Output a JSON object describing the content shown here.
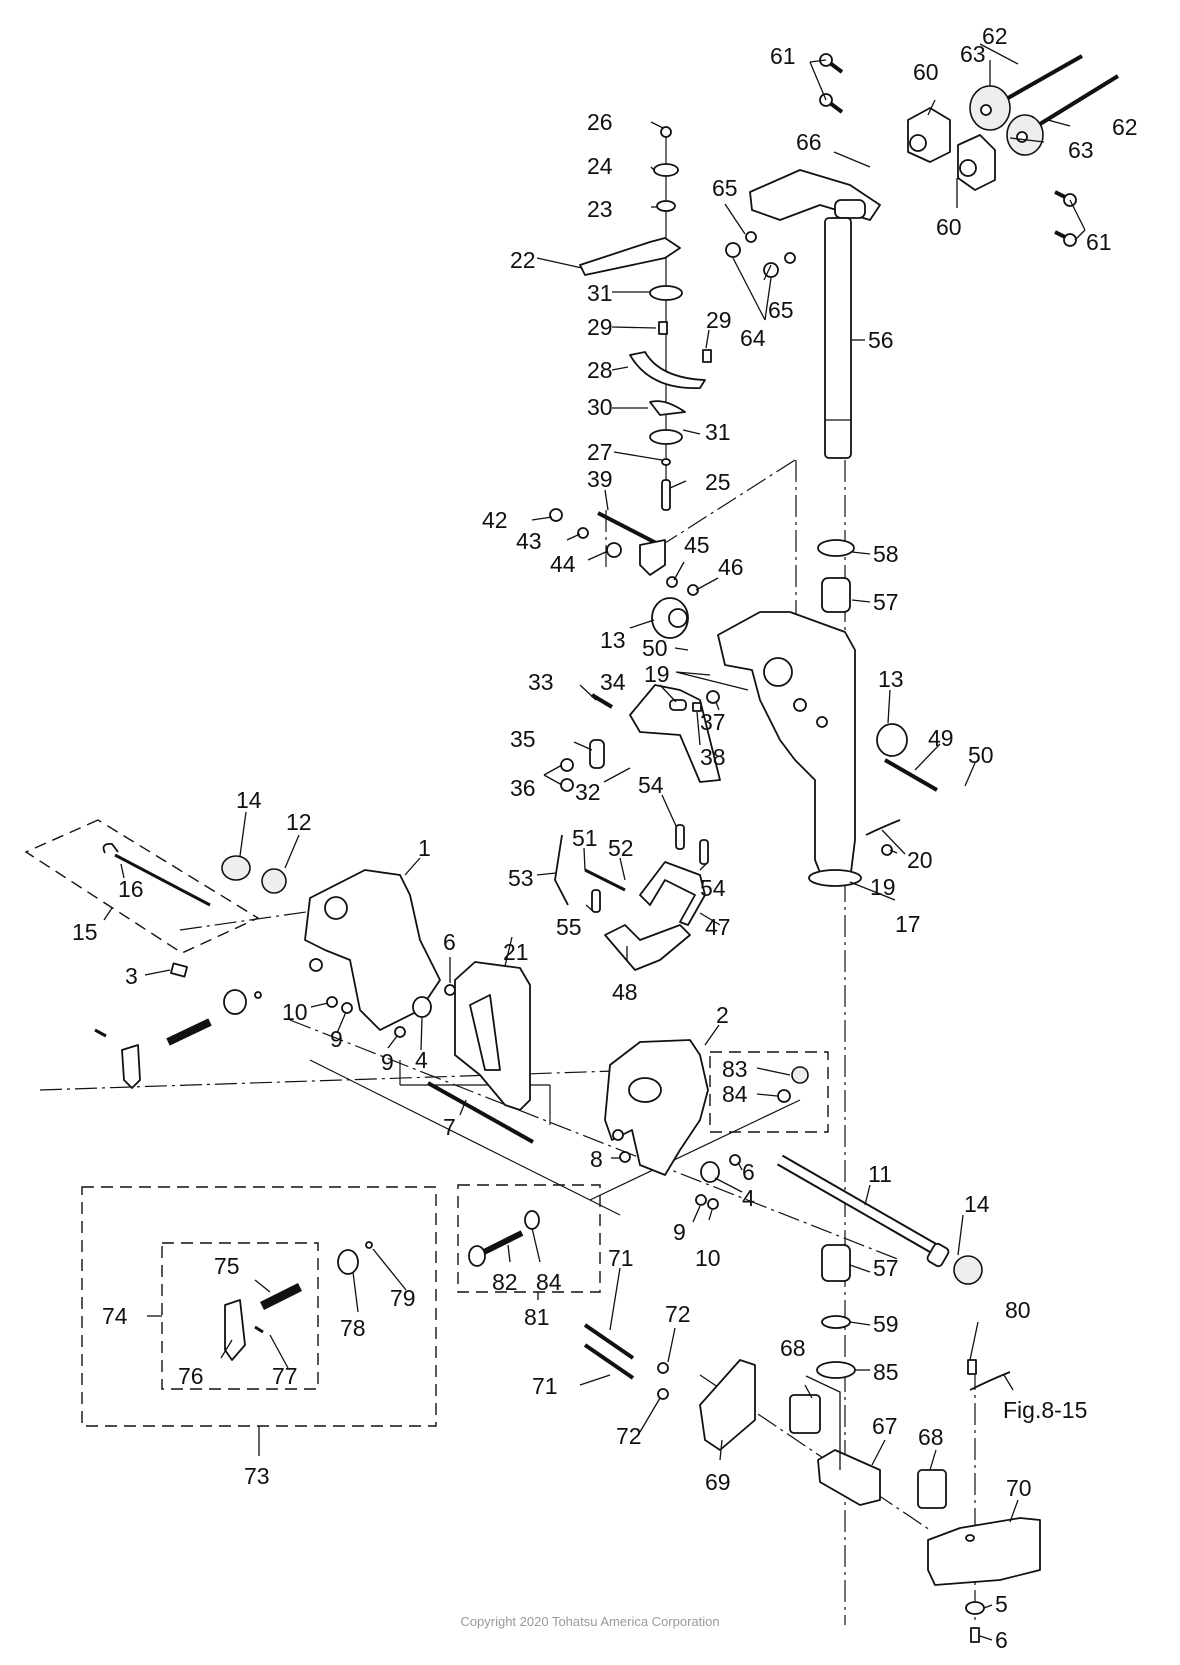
{
  "diagram": {
    "title": "Tohatsu outboard swivel / clamp bracket assembly exploded view",
    "copyright": "Copyright 2020 Tohatsu America Corporation",
    "cross_reference": "Fig.8-15",
    "callouts": [
      {
        "id": "c1",
        "label": "1"
      },
      {
        "id": "c2",
        "label": "2"
      },
      {
        "id": "c3",
        "label": "3"
      },
      {
        "id": "c4a",
        "label": "4"
      },
      {
        "id": "c4b",
        "label": "4"
      },
      {
        "id": "c5",
        "label": "5"
      },
      {
        "id": "c6a",
        "label": "6"
      },
      {
        "id": "c6b",
        "label": "6"
      },
      {
        "id": "c6c",
        "label": "6"
      },
      {
        "id": "c7",
        "label": "7"
      },
      {
        "id": "c8",
        "label": "8"
      },
      {
        "id": "c9a",
        "label": "9"
      },
      {
        "id": "c9b",
        "label": "9"
      },
      {
        "id": "c9c",
        "label": "9"
      },
      {
        "id": "c10a",
        "label": "10"
      },
      {
        "id": "c10b",
        "label": "10"
      },
      {
        "id": "c11",
        "label": "11"
      },
      {
        "id": "c12",
        "label": "12"
      },
      {
        "id": "c13a",
        "label": "13"
      },
      {
        "id": "c13b",
        "label": "13"
      },
      {
        "id": "c14a",
        "label": "14"
      },
      {
        "id": "c14b",
        "label": "14"
      },
      {
        "id": "c15",
        "label": "15"
      },
      {
        "id": "c16",
        "label": "16"
      },
      {
        "id": "c17",
        "label": "17"
      },
      {
        "id": "c19a",
        "label": "19"
      },
      {
        "id": "c19b",
        "label": "19"
      },
      {
        "id": "c20",
        "label": "20"
      },
      {
        "id": "c21",
        "label": "21"
      },
      {
        "id": "c22",
        "label": "22"
      },
      {
        "id": "c23",
        "label": "23"
      },
      {
        "id": "c24",
        "label": "24"
      },
      {
        "id": "c25",
        "label": "25"
      },
      {
        "id": "c26",
        "label": "26"
      },
      {
        "id": "c27",
        "label": "27"
      },
      {
        "id": "c28",
        "label": "28"
      },
      {
        "id": "c29a",
        "label": "29"
      },
      {
        "id": "c29b",
        "label": "29"
      },
      {
        "id": "c30",
        "label": "30"
      },
      {
        "id": "c31a",
        "label": "31"
      },
      {
        "id": "c31b",
        "label": "31"
      },
      {
        "id": "c32",
        "label": "32"
      },
      {
        "id": "c33",
        "label": "33"
      },
      {
        "id": "c34",
        "label": "34"
      },
      {
        "id": "c35",
        "label": "35"
      },
      {
        "id": "c36",
        "label": "36"
      },
      {
        "id": "c37",
        "label": "37"
      },
      {
        "id": "c38",
        "label": "38"
      },
      {
        "id": "c39",
        "label": "39"
      },
      {
        "id": "c42",
        "label": "42"
      },
      {
        "id": "c43",
        "label": "43"
      },
      {
        "id": "c44",
        "label": "44"
      },
      {
        "id": "c45",
        "label": "45"
      },
      {
        "id": "c46",
        "label": "46"
      },
      {
        "id": "c47",
        "label": "47"
      },
      {
        "id": "c48",
        "label": "48"
      },
      {
        "id": "c49",
        "label": "49"
      },
      {
        "id": "c50a",
        "label": "50"
      },
      {
        "id": "c50b",
        "label": "50"
      },
      {
        "id": "c51",
        "label": "51"
      },
      {
        "id": "c52",
        "label": "52"
      },
      {
        "id": "c53",
        "label": "53"
      },
      {
        "id": "c54a",
        "label": "54"
      },
      {
        "id": "c54b",
        "label": "54"
      },
      {
        "id": "c55",
        "label": "55"
      },
      {
        "id": "c56",
        "label": "56"
      },
      {
        "id": "c57a",
        "label": "57"
      },
      {
        "id": "c57b",
        "label": "57"
      },
      {
        "id": "c58",
        "label": "58"
      },
      {
        "id": "c59",
        "label": "59"
      },
      {
        "id": "c60a",
        "label": "60"
      },
      {
        "id": "c60b",
        "label": "60"
      },
      {
        "id": "c61a",
        "label": "61"
      },
      {
        "id": "c61b",
        "label": "61"
      },
      {
        "id": "c62a",
        "label": "62"
      },
      {
        "id": "c62b",
        "label": "62"
      },
      {
        "id": "c63a",
        "label": "63"
      },
      {
        "id": "c63b",
        "label": "63"
      },
      {
        "id": "c64",
        "label": "64"
      },
      {
        "id": "c65a",
        "label": "65"
      },
      {
        "id": "c65b",
        "label": "65"
      },
      {
        "id": "c66",
        "label": "66"
      },
      {
        "id": "c67",
        "label": "67"
      },
      {
        "id": "c68a",
        "label": "68"
      },
      {
        "id": "c68b",
        "label": "68"
      },
      {
        "id": "c69",
        "label": "69"
      },
      {
        "id": "c70",
        "label": "70"
      },
      {
        "id": "c71a",
        "label": "71"
      },
      {
        "id": "c71b",
        "label": "71"
      },
      {
        "id": "c72a",
        "label": "72"
      },
      {
        "id": "c72b",
        "label": "72"
      },
      {
        "id": "c73",
        "label": "73"
      },
      {
        "id": "c74",
        "label": "74"
      },
      {
        "id": "c75",
        "label": "75"
      },
      {
        "id": "c76",
        "label": "76"
      },
      {
        "id": "c77",
        "label": "77"
      },
      {
        "id": "c78",
        "label": "78"
      },
      {
        "id": "c79",
        "label": "79"
      },
      {
        "id": "c80",
        "label": "80"
      },
      {
        "id": "c81",
        "label": "81"
      },
      {
        "id": "c82",
        "label": "82"
      },
      {
        "id": "c83",
        "label": "83"
      },
      {
        "id": "c84a",
        "label": "84"
      },
      {
        "id": "c84b",
        "label": "84"
      },
      {
        "id": "c85",
        "label": "85"
      }
    ]
  }
}
